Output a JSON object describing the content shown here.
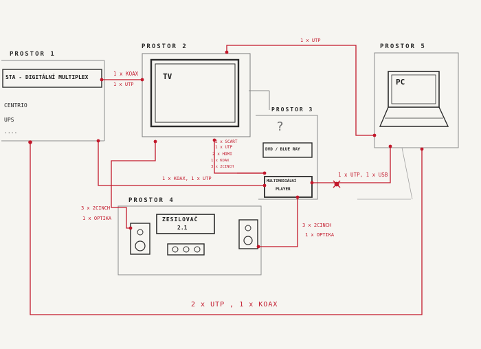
{
  "rooms": {
    "r1": "PROSTOR 1",
    "r2": "PROSTOR 2",
    "r3": "PROSTOR 3",
    "r4": "PROSTOR 4",
    "r5": "PROSTOR 5"
  },
  "devices": {
    "sta": "STA - DIGITÁLNÍ MULTIPLEX",
    "centrio": "CENTRIO",
    "ups": "UPS",
    "dots": "....",
    "tv": "TV",
    "question": "?",
    "dvd": "DVD / BLUE RAY",
    "mm1": "MULTIMEDIÁLNÍ",
    "mm2": "PLAYER",
    "amp1": "ZESILOVAČ",
    "amp2": "2.1",
    "pc": "PC"
  },
  "cables": {
    "top_utp": "1 x UTP",
    "r1r2_koax": "1 x KOAX",
    "r1r2_utp": "1 x UTP",
    "r3_scart": "2 x SCART",
    "r3_utp": "1 x UTP",
    "r3_hdmi": "2 x HDMI",
    "r3_koax": "1 x KOAX",
    "r3_cinch": "3 x 2CINCH",
    "mid_koax_utp": "1 x KOAX, 1 x UTP",
    "mm_utp_usb": "1 x UTP, 1 x USB",
    "r4_cinch": "3 x 2CINCH",
    "r4_optika": "1 x OPTIKA",
    "r3r4_cinch": "3 x 2CINCH",
    "r3r4_optika": "1 x OPTIKA",
    "bottom": "2 x UTP , 1 x KOAX"
  },
  "colors": {
    "cable": "#c2182b",
    "pencil": "#2b2b2b",
    "paper": "#f6f5f1"
  }
}
